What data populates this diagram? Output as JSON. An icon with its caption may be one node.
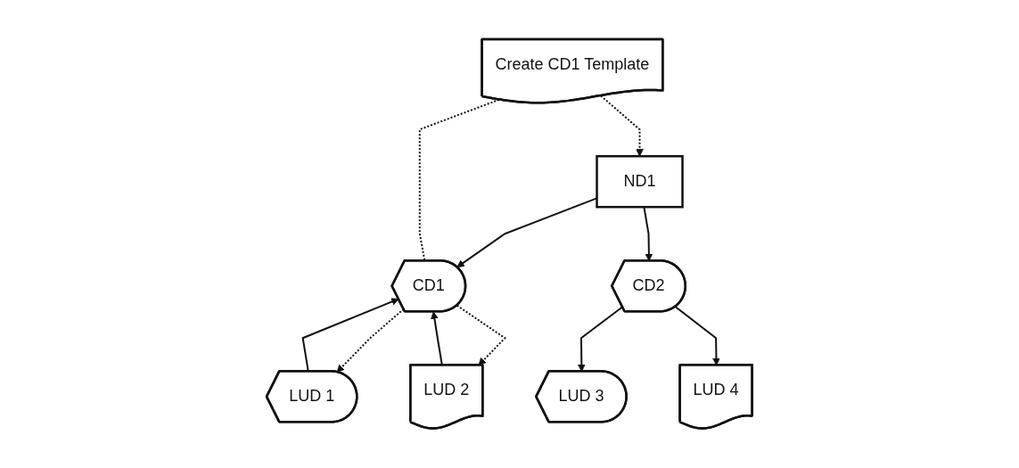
{
  "diagram": {
    "nodes": [
      {
        "text": [
          "Create CD1 Template"
        ]
      },
      {
        "text": [
          "ND1"
        ]
      },
      {
        "text": [
          "CD1"
        ]
      },
      {
        "text": [
          "CD2"
        ]
      },
      {
        "text": [
          "LUD 1"
        ]
      },
      {
        "text": [
          "LUD 2"
        ]
      },
      {
        "text": [
          "LUD 3"
        ]
      },
      {
        "text": [
          "LUD 4"
        ]
      }
    ],
    "edges": [
      {
        "from": 0,
        "to": 1,
        "arrow": "to",
        "style": "dashed"
      },
      {
        "from": 1,
        "to": 2,
        "arrow": "to"
      },
      {
        "from": 1,
        "to": 3,
        "arrow": "to"
      },
      {
        "from": 0,
        "to": 2,
        "arrow": "none",
        "style": "dashed"
      },
      {
        "from": 2,
        "to": 4,
        "arrow": "to",
        "style": "dashed"
      },
      {
        "from": 2,
        "to": 5,
        "arrow": "to",
        "style": "dashed"
      },
      {
        "from": 4,
        "to": 2,
        "arrow": "to"
      },
      {
        "from": 5,
        "to": 2,
        "arrow": "to"
      },
      {
        "from": 3,
        "to": 6,
        "arrow": "to"
      },
      {
        "from": 3,
        "to": 7,
        "arrow": "to"
      }
    ]
  }
}
